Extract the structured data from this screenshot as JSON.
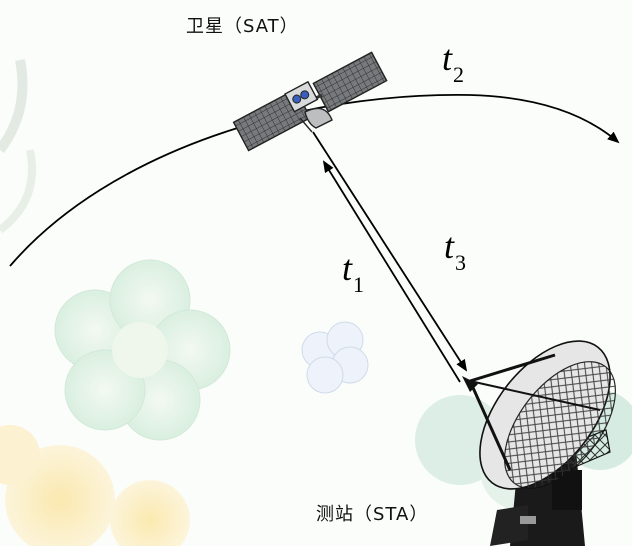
{
  "labels": {
    "satellite": "卫星（SAT）",
    "station": "测站（STA）"
  },
  "variables": {
    "t1": {
      "base": "t",
      "sub": "1"
    },
    "t2": {
      "base": "t",
      "sub": "2"
    },
    "t3": {
      "base": "t",
      "sub": "3"
    }
  },
  "colors": {
    "line": "#000000",
    "panel": "#6f7173",
    "panel_grid": "#2e2e2e",
    "dish": "#e6e6e6",
    "background_flower": "#dff1e6"
  },
  "icons": {
    "satellite": "satellite-icon",
    "station": "satellite-dish-icon"
  }
}
